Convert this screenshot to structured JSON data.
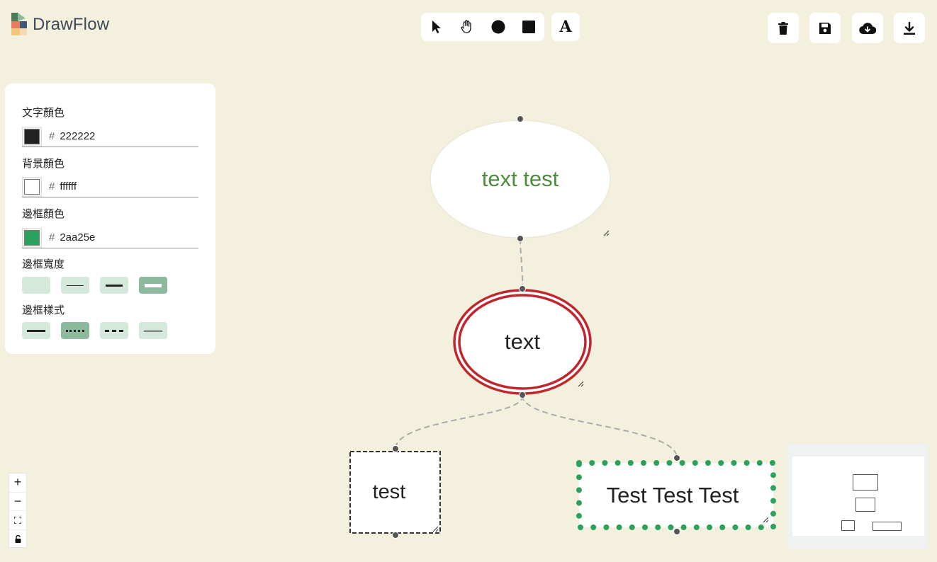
{
  "app": {
    "name": "DrawFlow"
  },
  "toolbar": {
    "tools": [
      {
        "name": "select",
        "icon": "cursor-arrow-icon"
      },
      {
        "name": "pan",
        "icon": "hand-icon"
      },
      {
        "name": "ellipse",
        "icon": "circle-icon"
      },
      {
        "name": "rectangle",
        "icon": "square-icon"
      }
    ],
    "text_tool": {
      "label": "A",
      "icon": "text-icon"
    }
  },
  "actions": [
    {
      "name": "delete",
      "icon": "trash-icon"
    },
    {
      "name": "save",
      "icon": "floppy-disk-icon"
    },
    {
      "name": "cloud-download",
      "icon": "cloud-download-icon"
    },
    {
      "name": "download",
      "icon": "download-icon"
    }
  ],
  "style_panel": {
    "text_color": {
      "label": "文字顏色",
      "hash": "#",
      "value": "222222",
      "swatch": "#222222"
    },
    "bg_color": {
      "label": "背景顏色",
      "hash": "#",
      "value": "ffffff",
      "swatch": "#ffffff"
    },
    "border_color": {
      "label": "邊框顏色",
      "hash": "#",
      "value": "2aa25e",
      "swatch": "#2aa25e"
    },
    "border_width": {
      "label": "邊框寬度",
      "options": [
        "none",
        "thin",
        "medium",
        "thick"
      ],
      "selected": 3
    },
    "border_style": {
      "label": "邊框樣式",
      "options": [
        "solid",
        "dotted",
        "dashed",
        "double"
      ],
      "selected": 1
    }
  },
  "nodes": [
    {
      "id": "n1",
      "shape": "ellipse",
      "text": "text test",
      "text_color": "#4e8a3f",
      "border": "none"
    },
    {
      "id": "n2",
      "shape": "ellipse",
      "text": "text",
      "text_color": "#222222",
      "border": "double",
      "border_color": "#c0262e"
    },
    {
      "id": "n3",
      "shape": "rect",
      "text": "test",
      "text_color": "#222222",
      "border": "dashed",
      "border_color": "#333333"
    },
    {
      "id": "n4",
      "shape": "rect",
      "text": "Test Test Test",
      "text_color": "#222222",
      "border": "dotted",
      "border_color": "#2aa25e"
    }
  ],
  "zoom": {
    "zoom_in": "+",
    "zoom_out": "−",
    "fit": "fit-view-icon",
    "lock": "lock-icon"
  },
  "colors": {
    "canvas": "#f4f0de",
    "edge": "#aaaaaa",
    "handle": "#555555",
    "option_bg": "#d4e8dc",
    "option_active": "#8db99d"
  }
}
